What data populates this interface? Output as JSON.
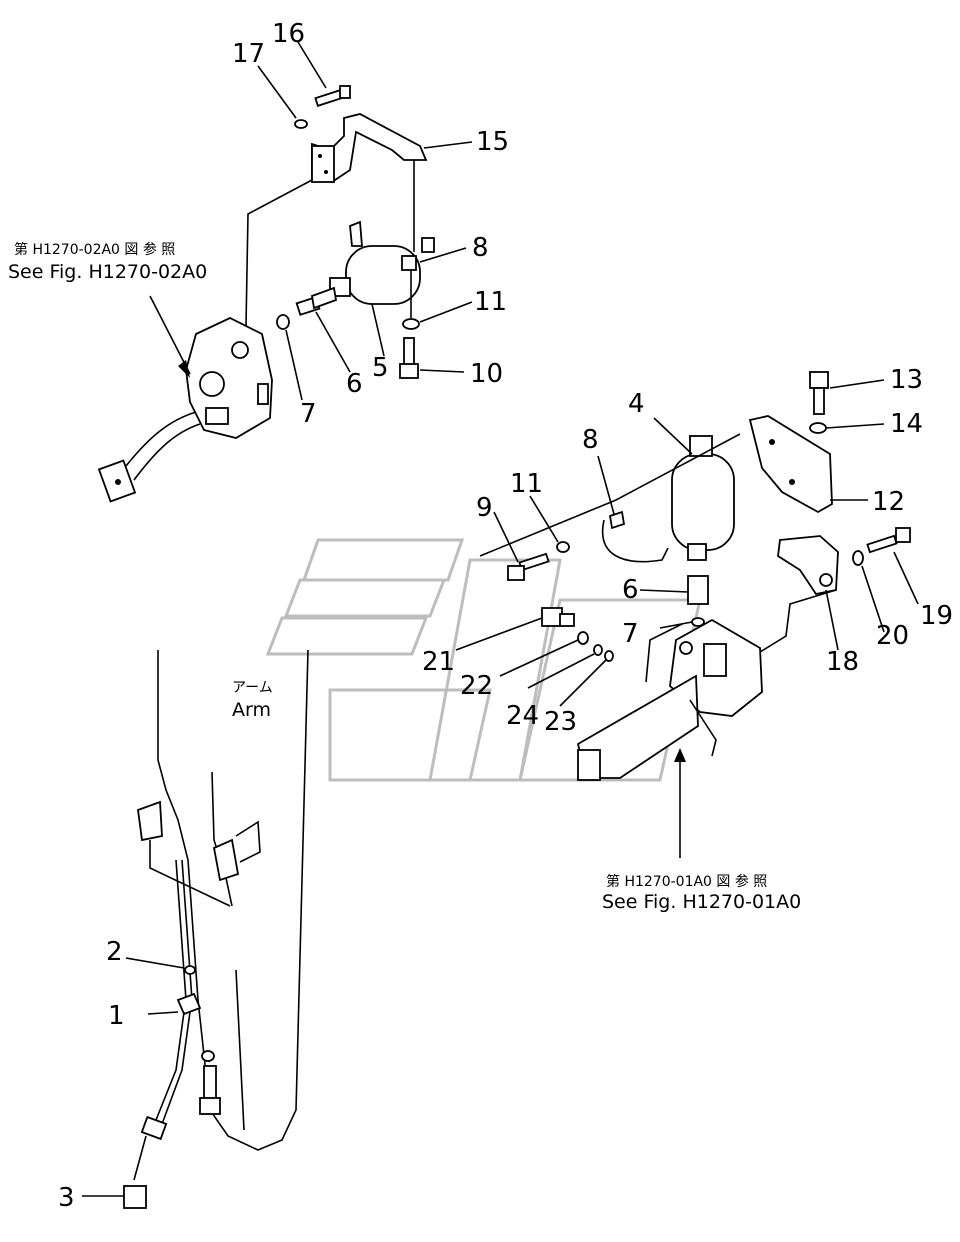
{
  "callouts": [
    {
      "id": "1",
      "text": "1"
    },
    {
      "id": "2",
      "text": "2"
    },
    {
      "id": "3",
      "text": "3"
    },
    {
      "id": "4",
      "text": "4"
    },
    {
      "id": "5",
      "text": "5"
    },
    {
      "id": "6a",
      "text": "6"
    },
    {
      "id": "6b",
      "text": "6"
    },
    {
      "id": "7a",
      "text": "7"
    },
    {
      "id": "7b",
      "text": "7"
    },
    {
      "id": "8a",
      "text": "8"
    },
    {
      "id": "8b",
      "text": "8"
    },
    {
      "id": "9",
      "text": "9"
    },
    {
      "id": "10",
      "text": "10"
    },
    {
      "id": "11a",
      "text": "11"
    },
    {
      "id": "11b",
      "text": "11"
    },
    {
      "id": "12",
      "text": "12"
    },
    {
      "id": "13",
      "text": "13"
    },
    {
      "id": "14",
      "text": "14"
    },
    {
      "id": "15",
      "text": "15"
    },
    {
      "id": "16",
      "text": "16"
    },
    {
      "id": "17",
      "text": "17"
    },
    {
      "id": "18",
      "text": "18"
    },
    {
      "id": "19",
      "text": "19"
    },
    {
      "id": "20",
      "text": "20"
    },
    {
      "id": "21",
      "text": "21"
    },
    {
      "id": "22",
      "text": "22"
    },
    {
      "id": "23",
      "text": "23"
    },
    {
      "id": "24",
      "text": "24"
    }
  ],
  "references": {
    "upper_jp": "第 H1270-02A0 図 参 照",
    "upper_en": "See Fig. H1270-02A0",
    "lower_jp": "第 H1270-01A0 図 参 照",
    "lower_en": "See Fig. H1270-01A0"
  },
  "arm_label": {
    "jp": "アーム",
    "en": "Arm"
  }
}
